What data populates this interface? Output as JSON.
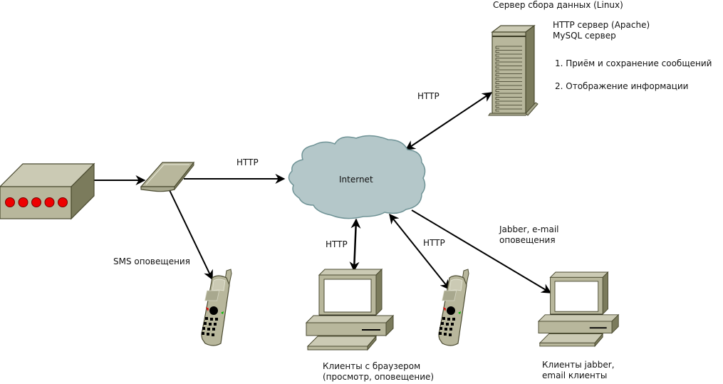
{
  "colors": {
    "device_face": "#b8b79c",
    "device_top": "#cbcab4",
    "device_side": "#7b7b5c",
    "device_stroke": "#4a4a30",
    "led": "#ee0000",
    "cloud_fill": "#b4c7c9",
    "cloud_stroke": "#6f9396",
    "screen": "#ffffff",
    "line": "#000000"
  },
  "server": {
    "title": "Сервер сбора данных (Linux)",
    "software": [
      "HTTP сервер (Apache)",
      "MySQL сервер"
    ],
    "functions": [
      "1. Приём и сохранение сообщений",
      "2. Отображение информации"
    ]
  },
  "cloud": {
    "label": "Internet"
  },
  "links": {
    "server_internet": "HTTP",
    "gateway_internet": "HTTP",
    "sms": "SMS оповещения",
    "browser_client": "HTTP",
    "mobile_client": "HTTP",
    "jabber": "Jabber, e-mail\nоповещения"
  },
  "clients": {
    "browser": "Клиенты с браузером\n(просмотр, оповещение)",
    "jabber": "Клиенты jabber,\nemail клиенты"
  },
  "nodes": {
    "sensor_device": {
      "icon": "hardware-box-with-leds",
      "led_count": 5
    },
    "gateway": {
      "icon": "pda-gateway"
    },
    "server": {
      "icon": "server-tower"
    },
    "sms_phone": {
      "icon": "mobile-phone"
    },
    "browser_pc": {
      "icon": "desktop-computer"
    },
    "http_phone": {
      "icon": "mobile-phone"
    },
    "jabber_pc": {
      "icon": "desktop-computer"
    }
  }
}
